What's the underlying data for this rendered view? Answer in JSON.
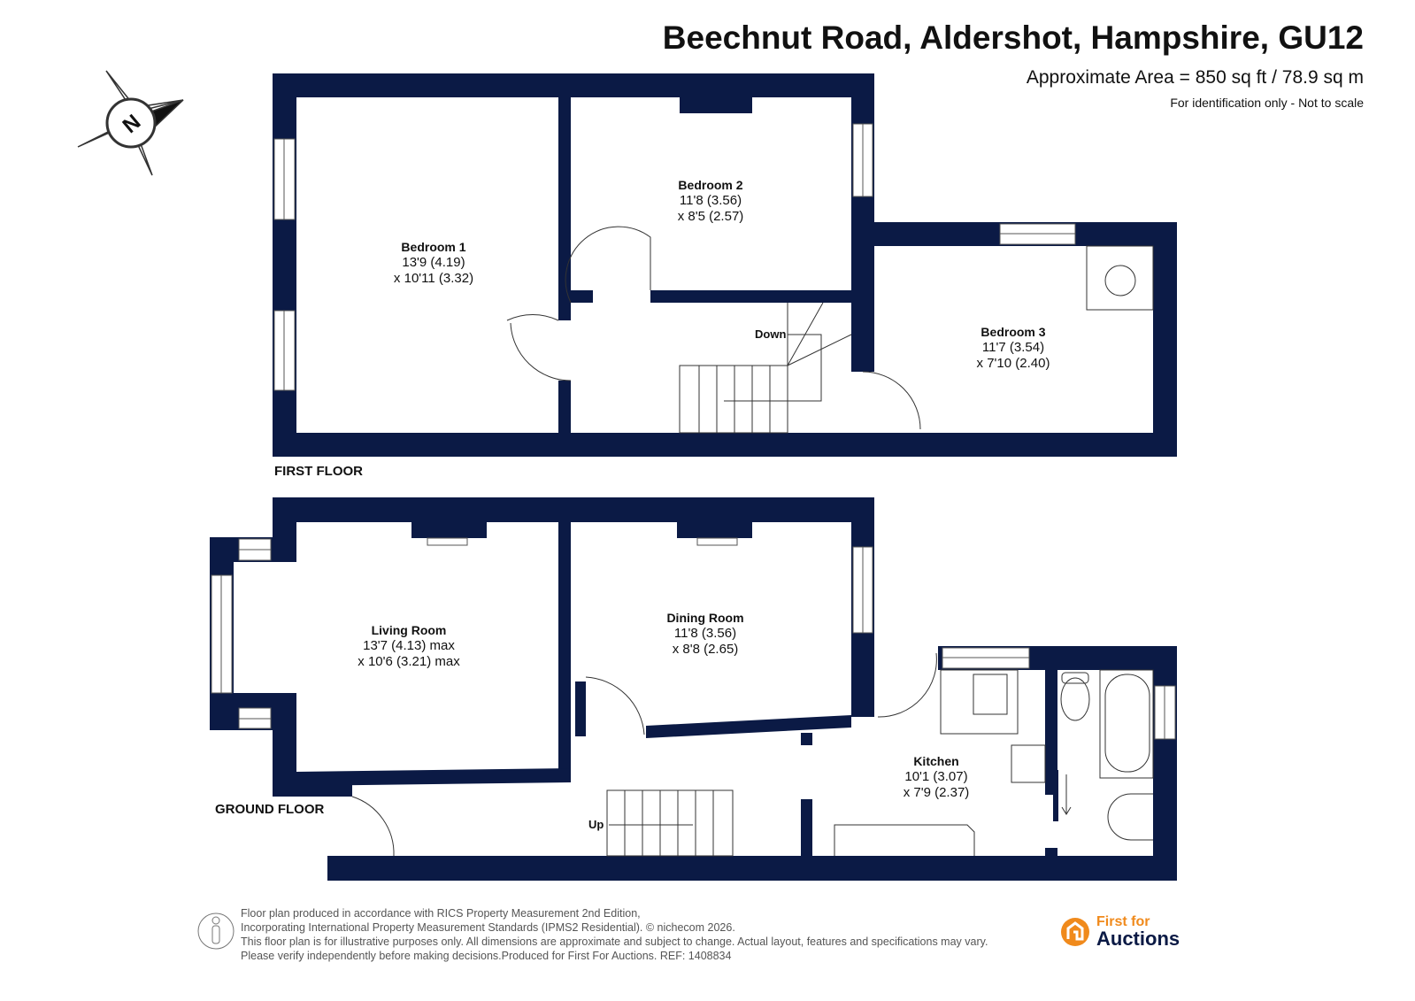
{
  "header": {
    "title": "Beechnut Road, Aldershot, Hampshire, GU12",
    "area": "Approximate Area = 850 sq ft / 78.9 sq m",
    "note": "For identification only - Not to scale"
  },
  "compass": {
    "label": "N"
  },
  "colors": {
    "wall": "#0b1a45",
    "brand_orange": "#f08a1c"
  },
  "first_floor": {
    "label": "FIRST FLOOR",
    "stairs_label": "Down",
    "rooms": [
      {
        "name": "Bedroom 1",
        "dim1": "13'9 (4.19)",
        "dim2": "x 10'11 (3.32)"
      },
      {
        "name": "Bedroom 2",
        "dim1": "11'8 (3.56)",
        "dim2": "x 8'5 (2.57)"
      },
      {
        "name": "Bedroom 3",
        "dim1": "11'7 (3.54)",
        "dim2": "x 7'10 (2.40)"
      }
    ]
  },
  "ground_floor": {
    "label": "GROUND FLOOR",
    "stairs_label": "Up",
    "rooms": [
      {
        "name": "Living Room",
        "dim1": "13'7 (4.13) max",
        "dim2": "x 10'6 (3.21) max"
      },
      {
        "name": "Dining Room",
        "dim1": "11'8 (3.56)",
        "dim2": "x 8'8 (2.65)"
      },
      {
        "name": "Kitchen",
        "dim1": "10'1 (3.07)",
        "dim2": "x 7'9 (2.37)"
      }
    ]
  },
  "footer": {
    "lines": [
      "Floor plan produced in accordance with RICS Property Measurement 2nd Edition,",
      "Incorporating International Property Measurement Standards (IPMS2 Residential).   © nichecom 2026.",
      "This floor plan is for illustrative purposes only. All dimensions are approximate and subject to change. Actual layout, features and specifications may vary.",
      "Please verify independently before making decisions.Produced for First For Auctions.   REF:  1408834"
    ],
    "logo_line1": "First for",
    "logo_line2": "Auctions"
  }
}
